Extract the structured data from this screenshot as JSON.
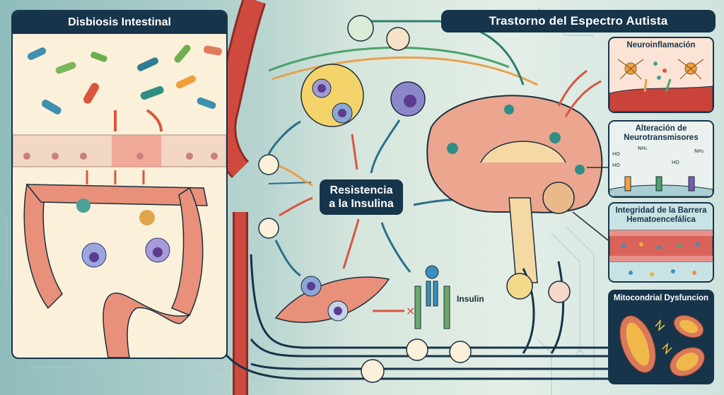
{
  "diagram": {
    "left_panel": {
      "title": "Disbiosis Intestinal",
      "content": [
        "gut-bacteria",
        "intestinal-epithelium-damage",
        "colon",
        "immune-cells"
      ]
    },
    "right_header": {
      "title": "Trastorno del Espectro Autista"
    },
    "center_node": {
      "line1": "Resistencia",
      "line2": "a la Insulina"
    },
    "insulin_receptor_label": "Insulin",
    "side_panels": [
      {
        "title": "Neuroinflamación",
        "theme": "neuroinflammation"
      },
      {
        "title_line1": "Alteración de",
        "title_line2": "Neurotransmisores",
        "theme": "neurotransmitters",
        "molecule_labels": [
          "HO",
          "HO",
          "NH₂",
          "NH₂",
          "HO"
        ]
      },
      {
        "title_line1": "Integridad de la Barrera",
        "title_line2": "Hematoencefálica",
        "theme": "blood-brain-barrier"
      },
      {
        "title": "Mitocondrial Dysfuncion",
        "theme": "mitochondria"
      }
    ],
    "colors": {
      "navy": "#16344a",
      "gut_bg": "#fbf0da",
      "intestine": "#e8907a",
      "blood_vessel": "#c9433a",
      "adipocyte": "#f4d36a",
      "immune_cell": "#8b87c9",
      "arrow_red": "#d9563f",
      "arrow_teal": "#2a6f8a",
      "arrow_green": "#4aa36b",
      "arrow_orange": "#e8a04a",
      "neuron_teal": "#2f8f86",
      "brain": "#eca58f"
    }
  }
}
